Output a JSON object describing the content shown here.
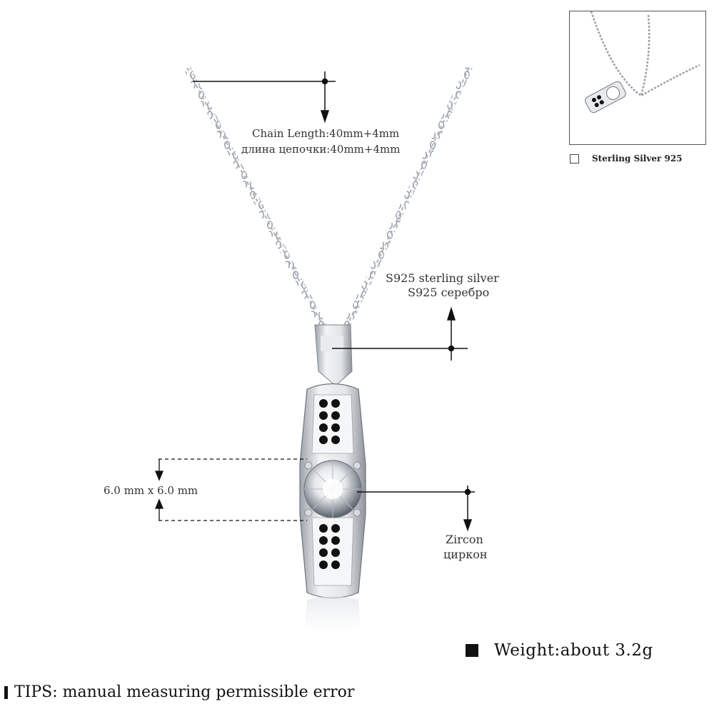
{
  "annotations": {
    "chain_length_en": "Chain Length:40mm+4mm",
    "chain_length_ru": "длина цепочки:40mm+4mm",
    "material_en": "S925 sterling silver",
    "material_ru": "S925 серебро",
    "stone_size": "6.0 mm x 6.0 mm",
    "stone_en": "Zircon",
    "stone_ru": "циркон"
  },
  "weight": {
    "text": "Weight:about 3.2g"
  },
  "tips": {
    "text": "TIPS: manual measuring permissible error"
  },
  "thumbnail": {
    "caption": "Sterling Silver 925"
  },
  "colors": {
    "black_stone": "#111111",
    "silver": "#c9ccd1"
  }
}
